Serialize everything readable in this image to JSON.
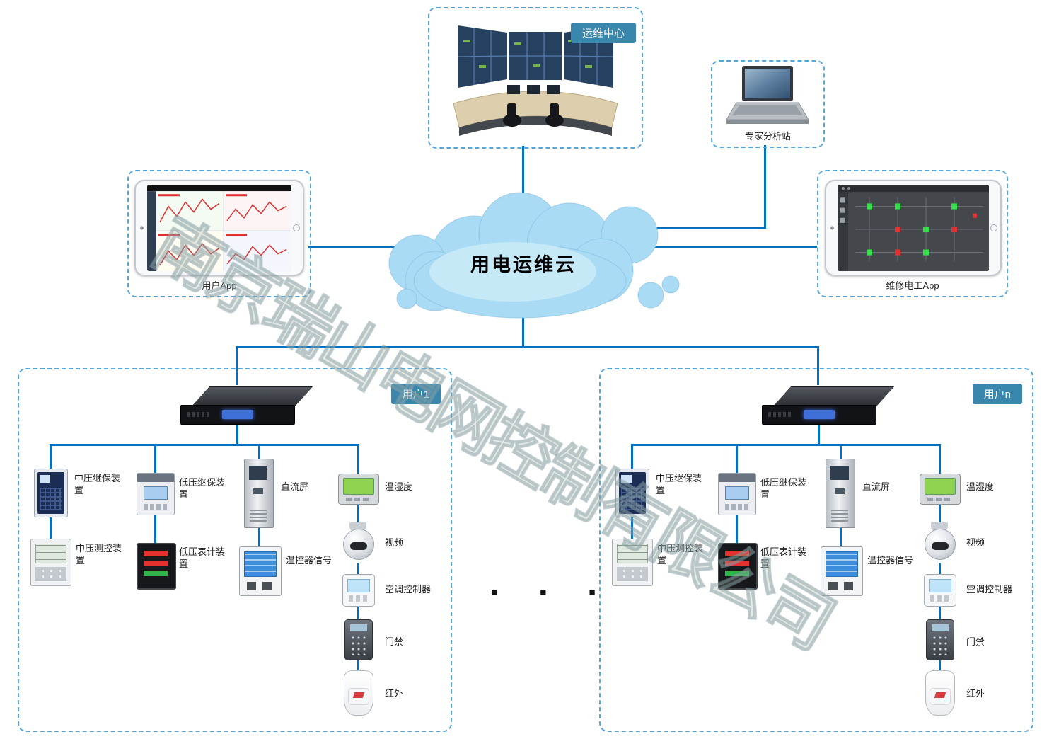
{
  "watermark": "南京瑞山电网控制有限公司",
  "cloud": {
    "label": "用电运维云"
  },
  "ops_center": {
    "badge": "运维中心"
  },
  "expert_station": {
    "label": "专家分析站"
  },
  "user_app": {
    "label": "用户App"
  },
  "electrician_app": {
    "label": "维修电工App"
  },
  "ellipsis": "■ ■ ■",
  "groups": [
    {
      "badge": "用户1"
    },
    {
      "badge": "用户n"
    }
  ],
  "device_labels": {
    "mv_relay": "中压继保装置",
    "mv_control": "中压测控装置",
    "lv_relay": "低压继保装置",
    "lv_meter": "低压表计装置",
    "dc_panel": "直流屏",
    "thermostat_signal": "温控器信号",
    "temp_humidity": "温湿度",
    "video": "视频",
    "ac_controller": "空调控制器",
    "access_control": "门禁",
    "infrared": "红外"
  },
  "colors": {
    "line": "#0070C0",
    "box_border": "#55A6D9",
    "badge": "#3A87AD",
    "cloud": "#A9DCF4"
  }
}
